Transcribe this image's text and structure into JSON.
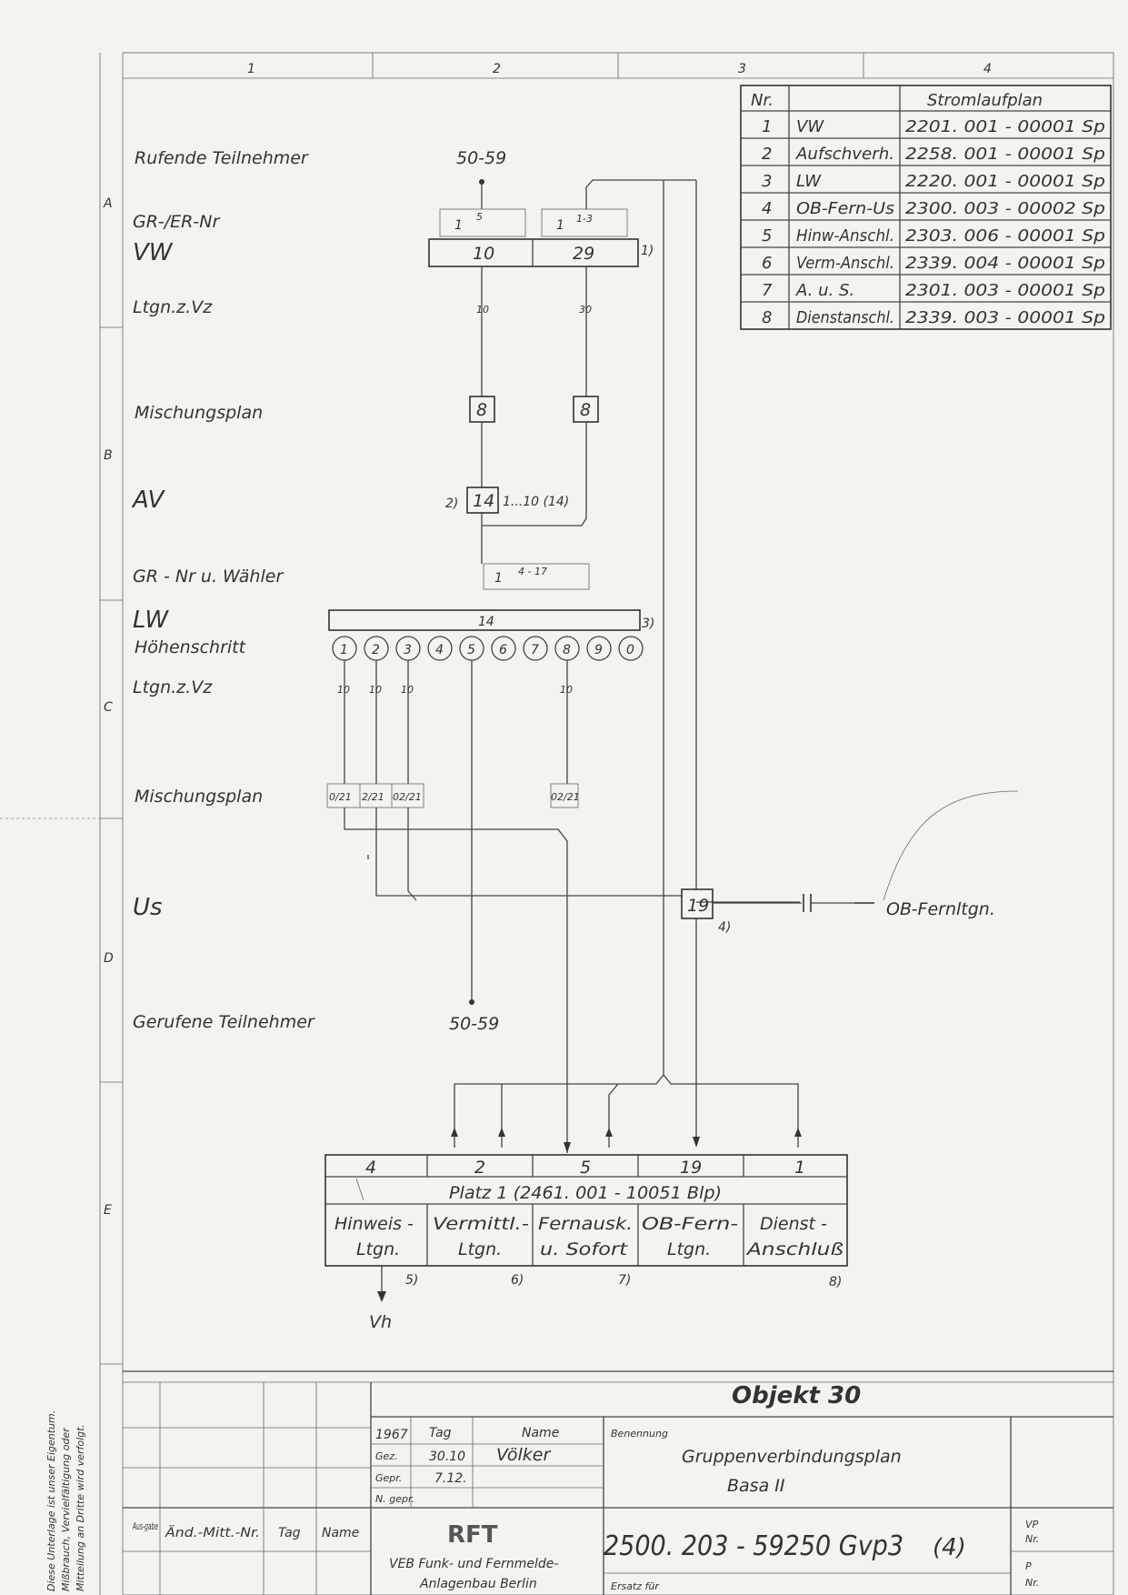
{
  "grid": {
    "columns": [
      "1",
      "2",
      "3",
      "4"
    ],
    "rows": [
      "A",
      "B",
      "C",
      "D",
      "E"
    ]
  },
  "stromlauf": {
    "headers": {
      "nr": "Nr.",
      "plan": "Stromlaufplan"
    },
    "rows": [
      {
        "nr": "1",
        "name": "VW",
        "code": "2201. 001 - 00001 Sp"
      },
      {
        "nr": "2",
        "name": "Aufschverh.",
        "code": "2258. 001 - 00001 Sp"
      },
      {
        "nr": "3",
        "name": "LW",
        "code": "2220. 001 - 00001 Sp"
      },
      {
        "nr": "4",
        "name": "OB-Fern-Us",
        "code": "2300. 003 - 00002 Sp"
      },
      {
        "nr": "5",
        "name": "Hinw-Anschl.",
        "code": "2303. 006 - 00001 Sp"
      },
      {
        "nr": "6",
        "name": "Verm-Anschl.",
        "code": "2339. 004 - 00001 Sp"
      },
      {
        "nr": "7",
        "name": "A. u. S.",
        "code": "2301. 003 - 00001 Sp"
      },
      {
        "nr": "8",
        "name": "Dienstanschl.",
        "code": "2339. 003 - 00001 Sp"
      }
    ]
  },
  "labels": {
    "rufende": "Rufende Teilnehmer",
    "rufende_nr": "50-59",
    "grer": "GR-/ER-Nr",
    "vw": "VW",
    "ltgn1": "Ltgn.z.Vz",
    "misch1": "Mischungsplan",
    "av": "AV",
    "grnr": "GR - Nr u. Wähler",
    "lw": "LW",
    "hoehen": "Höhenschritt",
    "ltgn2": "Ltgn.z.Vz",
    "misch2": "Mischungsplan",
    "us": "Us",
    "gerufene": "Gerufene Teilnehmer",
    "gerufene_nr": "50-59",
    "ob_fernltgn": "OB-Fernltgn.",
    "vh": "Vh"
  },
  "vw": {
    "gr1": "1",
    "gr1_sub": "5",
    "gr2": "1",
    "gr2_sub": "1-3",
    "left": "10",
    "right": "29",
    "note": "1)"
  },
  "ltgn_vw": {
    "left": "10",
    "right": "30"
  },
  "misch_vw": {
    "left": "8",
    "right": "8"
  },
  "av": {
    "note": "2)",
    "value": "14",
    "range": "1...10 (14)"
  },
  "lw": {
    "gr": "1",
    "gr_sub": "4 - 17",
    "value": "14",
    "note": "3)"
  },
  "hoehenschritte": [
    "1",
    "2",
    "3",
    "4",
    "5",
    "6",
    "7",
    "8",
    "9",
    "0"
  ],
  "ltgn_lw": [
    "10",
    "10",
    "10",
    "10"
  ],
  "misch_lw": [
    "0/21",
    "2/21",
    "02/21",
    "02/21"
  ],
  "us_box": {
    "value": "19",
    "note": "4)"
  },
  "platz": {
    "counts": [
      "4",
      "2",
      "5",
      "19",
      "1"
    ],
    "title": "Platz 1 (2461. 001 - 10051 Blp)",
    "cells": [
      {
        "l1": "Hinweis -",
        "l2": "Ltgn.",
        "note": "5)"
      },
      {
        "l1": "Vermittl.-",
        "l2": "Ltgn.",
        "note": "6)"
      },
      {
        "l1": "Fernausk.",
        "l2": "u. Sofort",
        "note": "7)"
      },
      {
        "l1": "OB-Fern-",
        "l2": "Ltgn.",
        "note": ""
      },
      {
        "l1": "Dienst -",
        "l2": "Anschluß",
        "note": "8)"
      }
    ]
  },
  "titleblock": {
    "objekt": "Objekt 30",
    "year": "1967",
    "tag_h": "Tag",
    "name_h": "Name",
    "gez": "Gez.",
    "gez_tag": "30.10",
    "gez_name": "Völker",
    "gepr": "Gepr.",
    "gepr_tag": "7.12.",
    "n_gepr": "N. gepr.",
    "benennung": "Benennung",
    "title1": "Gruppenverbindungsplan",
    "title2": "Basa II",
    "ausgabe": "Aus-gabe",
    "aend": "Änd.-Mitt.-Nr.",
    "tag": "Tag",
    "name": "Name",
    "logo": "RFT",
    "firm1": "VEB Funk- und Fernmelde-",
    "firm2": "Anlagenbau Berlin",
    "number": "2500. 203 - 59250 Gvp3",
    "sheet": "(4)",
    "ersatz": "Ersatz für",
    "vp": "VP",
    "nr": "Nr.",
    "p": "P",
    "nr2": "Nr.",
    "side1": "Diese Unterlage ist unser Eigentum.",
    "side2": "Mißbrauch, Vervielfältigung oder",
    "side3": "Mitteilung an Dritte wird verfolgt."
  }
}
